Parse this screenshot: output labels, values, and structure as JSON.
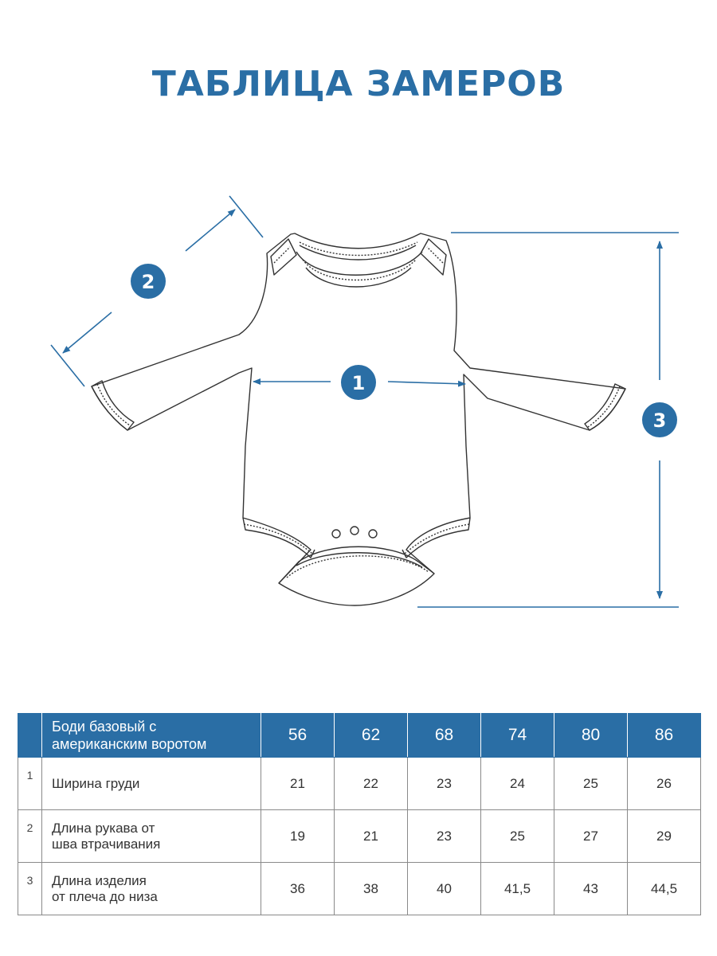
{
  "title": "ТАБЛИЦА ЗАМЕРОВ",
  "colors": {
    "accent": "#2a6ea5",
    "garment_outline": "#333333"
  },
  "diagram": {
    "markers": [
      {
        "number": "1",
        "meaning": "chest-width"
      },
      {
        "number": "2",
        "meaning": "sleeve-length"
      },
      {
        "number": "3",
        "meaning": "garment-length"
      }
    ]
  },
  "table": {
    "header": {
      "product_line1": "Боди базовый с",
      "product_line2": "американским воротом",
      "sizes": [
        "56",
        "62",
        "68",
        "74",
        "80",
        "86"
      ]
    },
    "rows": [
      {
        "num": "1",
        "name_line1": "Ширина груди",
        "name_line2": "",
        "values": [
          "21",
          "22",
          "23",
          "24",
          "25",
          "26"
        ]
      },
      {
        "num": "2",
        "name_line1": "Длина рукава от",
        "name_line2": "шва втрачивания",
        "values": [
          "19",
          "21",
          "23",
          "25",
          "27",
          "29"
        ]
      },
      {
        "num": "3",
        "name_line1": "Длина изделия",
        "name_line2": "от плеча до низа",
        "values": [
          "36",
          "38",
          "40",
          "41,5",
          "43",
          "44,5"
        ]
      }
    ]
  }
}
